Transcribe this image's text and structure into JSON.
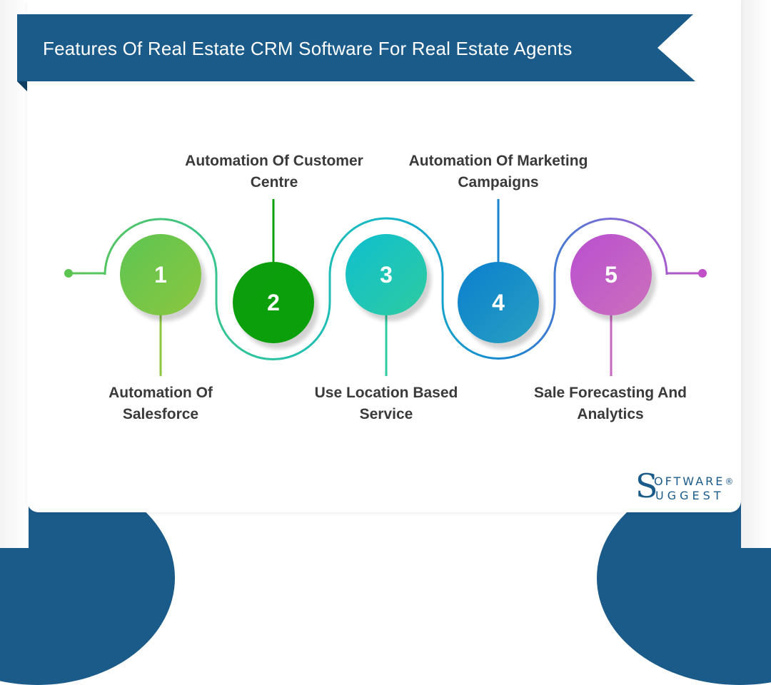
{
  "header": {
    "title": "Features Of Real Estate CRM Software For Real Estate Agents",
    "banner_color": "#1a5b8a"
  },
  "steps": [
    {
      "number": "1",
      "label_line1": "Automation Of",
      "label_line2": "Salesforce",
      "label_position": "below",
      "color_start": "#5cc552",
      "color_end": "#8cc63f"
    },
    {
      "number": "2",
      "label_line1": "Automation Of Customer",
      "label_line2": "Centre",
      "label_position": "above",
      "color_start": "#0e9e0e",
      "color_end": "#0aa00a"
    },
    {
      "number": "3",
      "label_line1": "Use Location Based",
      "label_line2": "Service",
      "label_position": "below",
      "color_start": "#0fbfcf",
      "color_end": "#2ecba0"
    },
    {
      "number": "4",
      "label_line1": "Automation Of Marketing",
      "label_line2": "Campaigns",
      "label_position": "above",
      "color_start": "#0b7fcf",
      "color_end": "#28a0c0"
    },
    {
      "number": "5",
      "label_line1": "Sale Forecasting And",
      "label_line2": "Analytics",
      "label_position": "below",
      "color_start": "#b94fd0",
      "color_end": "#cc70bc"
    }
  ],
  "logo": {
    "big_letter": "S",
    "line1": "OFTWARE",
    "registered": "®",
    "line2": "UGGEST",
    "color": "#1a5b8a"
  }
}
